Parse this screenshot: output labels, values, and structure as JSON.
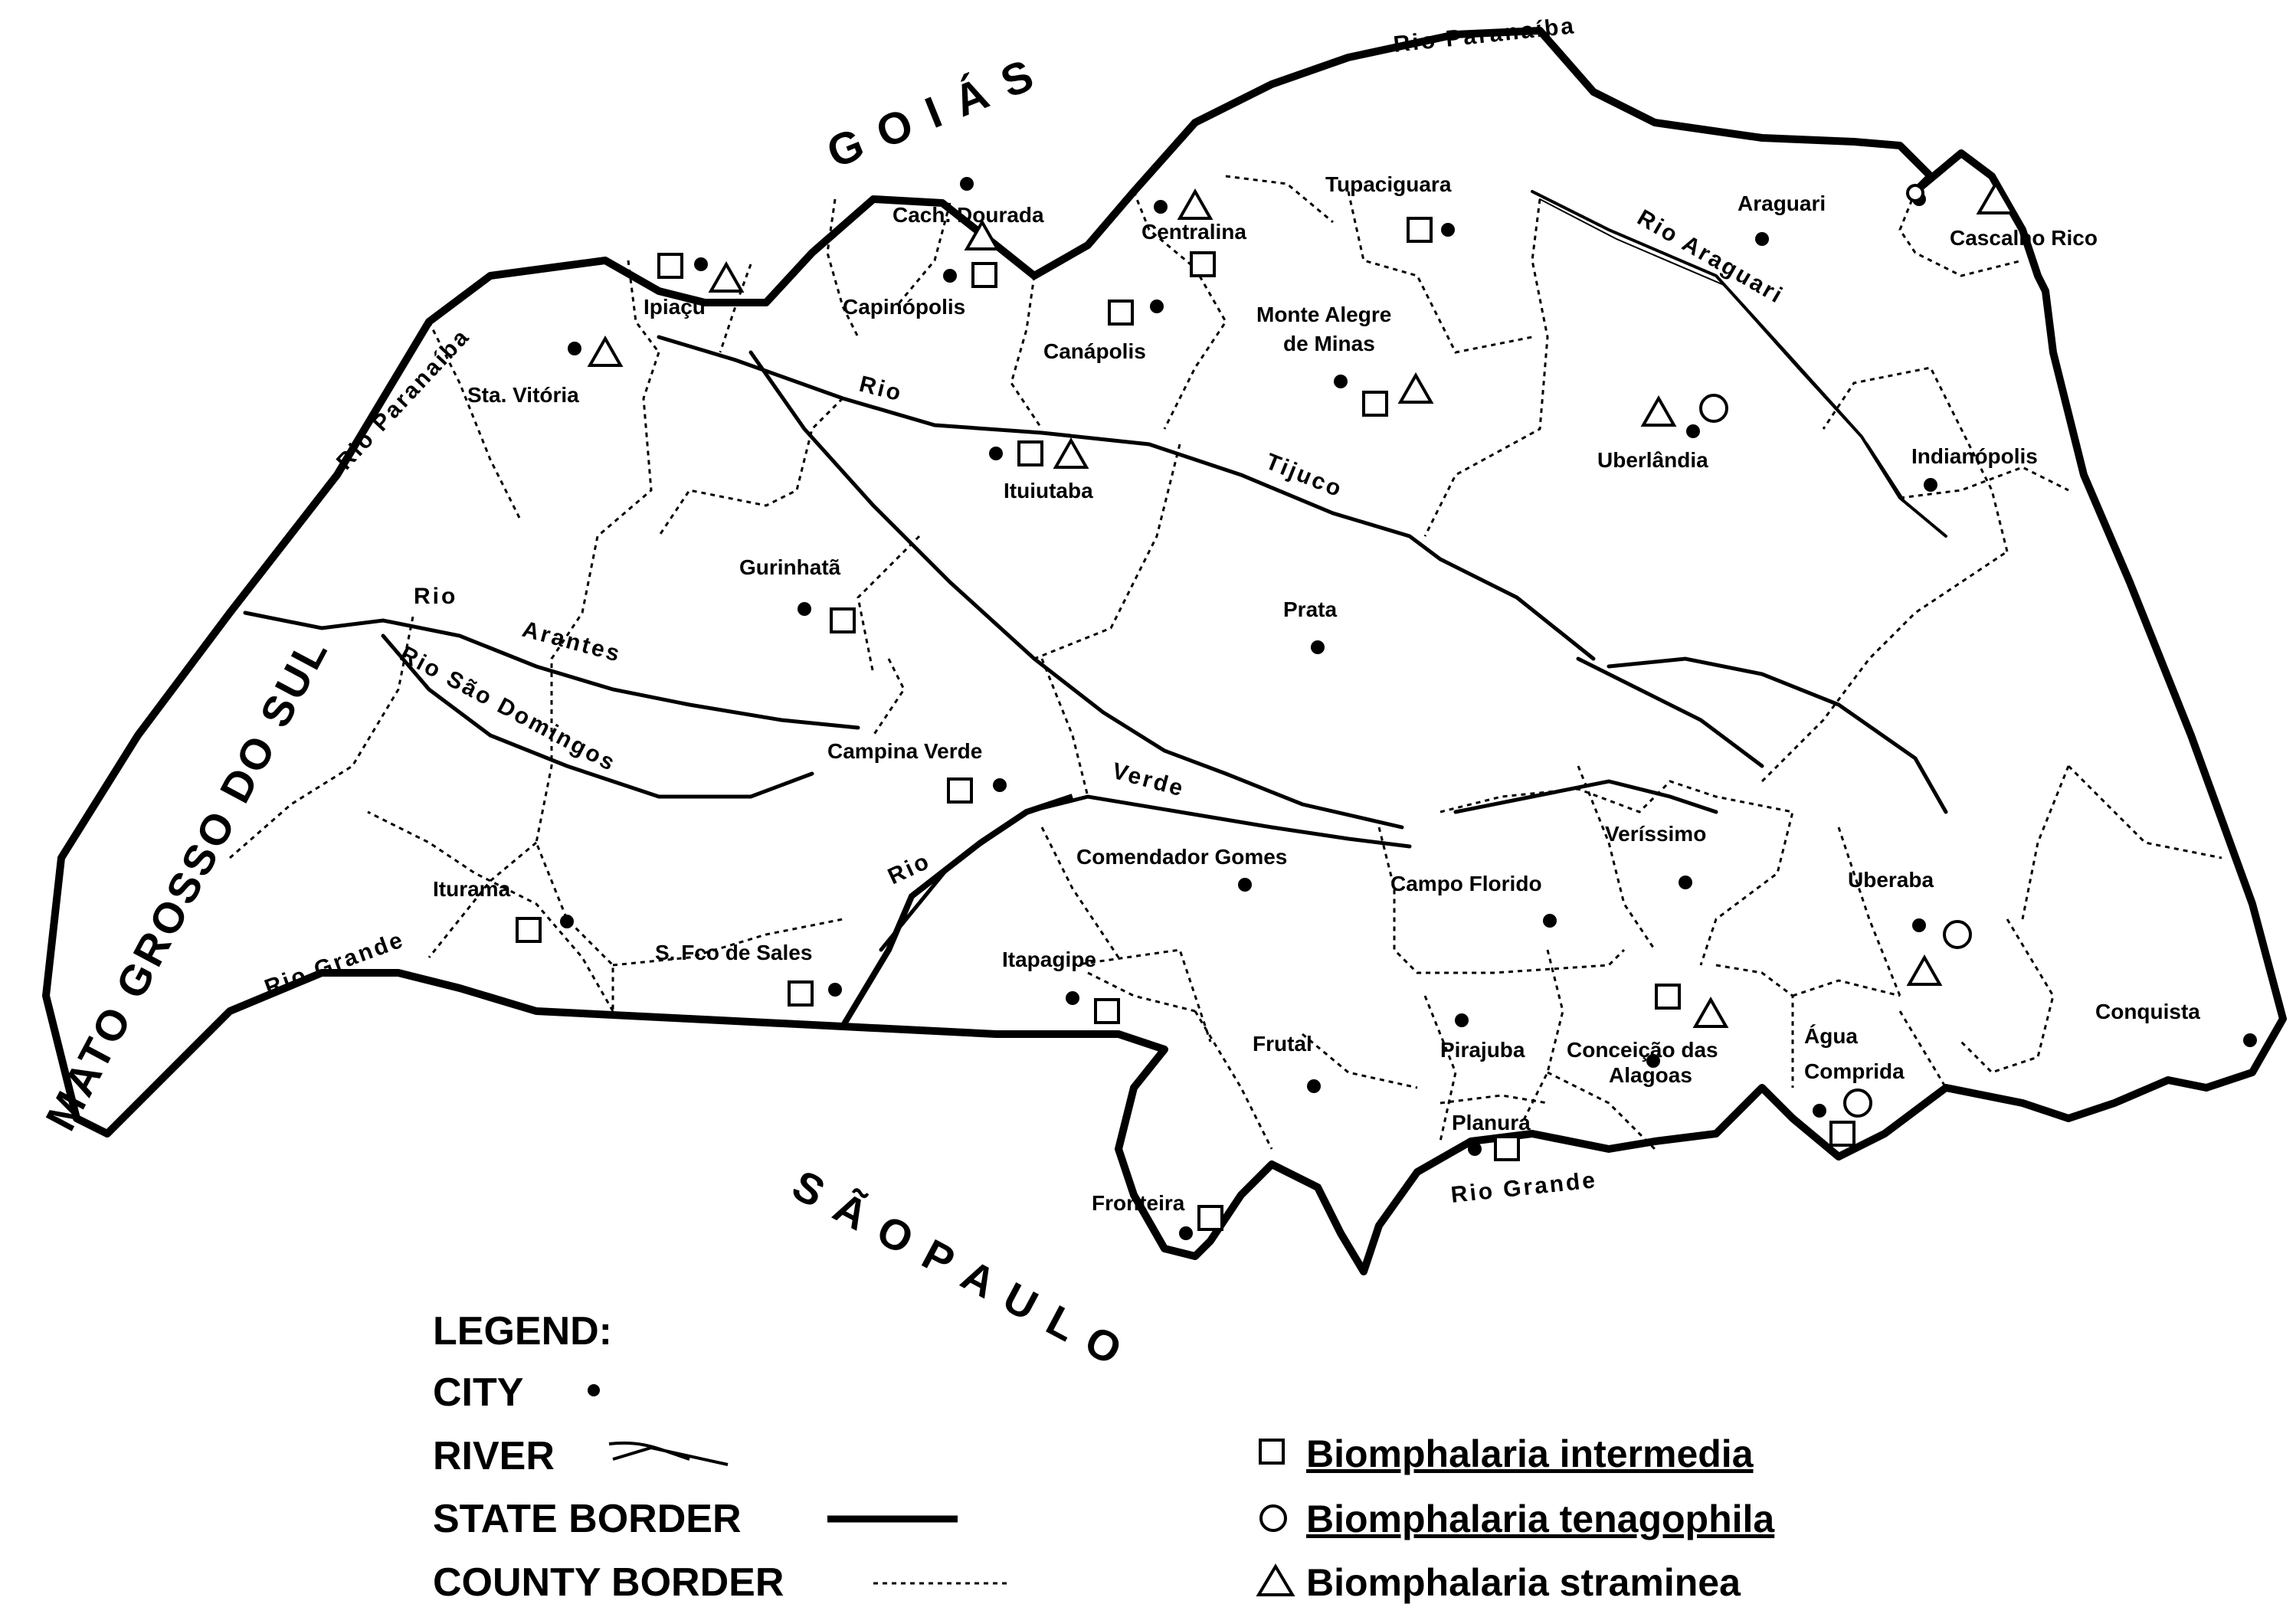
{
  "states": {
    "goias": "G O I Á S",
    "mato_grosso": "MATO GROSSO DO SUL",
    "sao_paulo": "S Ã O   P A U L O"
  },
  "rivers": {
    "paranaiba_ne": "Rio Paranaíba",
    "paranaiba_w": "Rio Paranaíba",
    "araguari": "Rio Araguari",
    "tijuco_rio": "Rio",
    "tijuco": "Tijuco",
    "arantes_rio": "Rio",
    "arantes": "Arantes",
    "sao_domingos": "Rio São Domingos",
    "verde_rio": "Rio",
    "verde": "Verde",
    "grande_w": "Rio Grande",
    "grande_s": "Rio Grande"
  },
  "cities": [
    {
      "id": "ipiacu",
      "name": "Ipiaçu"
    },
    {
      "id": "sta-vitoria",
      "name": "Sta. Vitória"
    },
    {
      "id": "cach-dourada",
      "name": "Cach. Dourada"
    },
    {
      "id": "capinopolis",
      "name": "Capinópolis"
    },
    {
      "id": "centralina",
      "name": "Centralina"
    },
    {
      "id": "canapolis",
      "name": "Canápolis"
    },
    {
      "id": "tupaciguara",
      "name": "Tupaciguara"
    },
    {
      "id": "monte-alegre-1",
      "name": "Monte Alegre"
    },
    {
      "id": "monte-alegre-2",
      "name": "de Minas"
    },
    {
      "id": "araguari",
      "name": "Araguari"
    },
    {
      "id": "cascalho-rico",
      "name": "Cascalho Rico"
    },
    {
      "id": "uberlandia",
      "name": "Uberlândia"
    },
    {
      "id": "indianopolis",
      "name": "Indianópolis"
    },
    {
      "id": "ituiutaba",
      "name": "Ituiutaba"
    },
    {
      "id": "gurinhata",
      "name": "Gurinhatã"
    },
    {
      "id": "prata",
      "name": "Prata"
    },
    {
      "id": "campina-verde",
      "name": "Campina Verde"
    },
    {
      "id": "iturama",
      "name": "Iturama"
    },
    {
      "id": "s-fco-sales",
      "name": "S. Fco de Sales"
    },
    {
      "id": "itapagipe",
      "name": "Itapagipe"
    },
    {
      "id": "comendador-gomes",
      "name": "Comendador Gomes"
    },
    {
      "id": "campo-florido",
      "name": "Campo Florido"
    },
    {
      "id": "verissimo",
      "name": "Veríssimo"
    },
    {
      "id": "uberaba",
      "name": "Uberaba"
    },
    {
      "id": "conquista",
      "name": "Conquista"
    },
    {
      "id": "frutal",
      "name": "Frutal"
    },
    {
      "id": "pirajuba",
      "name": "Pirajuba"
    },
    {
      "id": "conceicao-1",
      "name": "Conceição das"
    },
    {
      "id": "conceicao-2",
      "name": "Alagoas"
    },
    {
      "id": "agua-comprida-1",
      "name": "Água"
    },
    {
      "id": "agua-comprida-2",
      "name": "Comprida"
    },
    {
      "id": "planura",
      "name": "Planura"
    },
    {
      "id": "fronteira",
      "name": "Fronteira"
    }
  ],
  "legend": {
    "title": "LEGEND:",
    "city": "CITY",
    "river": "RIVER",
    "state_border": "STATE BORDER",
    "county_border": "COUNTY BORDER"
  },
  "species": {
    "intermedia": "Biomphalaria intermedia",
    "tenagophila": "Biomphalaria tenagophila",
    "straminea": "Biomphalaria straminea"
  }
}
